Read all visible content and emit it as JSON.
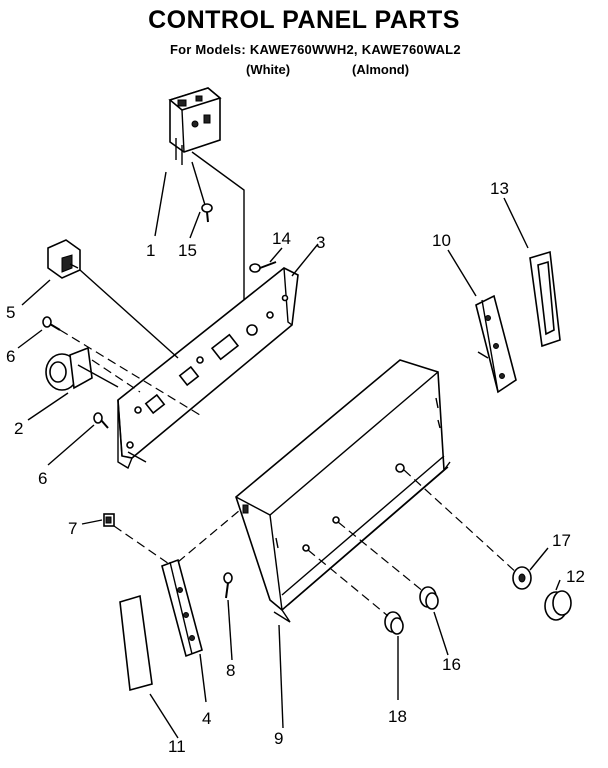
{
  "header": {
    "title": "CONTROL PANEL PARTS",
    "models_prefix": "For Models:",
    "model_white": "KAWE760WWH2,",
    "model_almond": "KAWE760WAL2",
    "color_white": "(White)",
    "color_almond": "(Almond)"
  },
  "part_numbers": {
    "p1": "1",
    "p2": "2",
    "p3": "3",
    "p4": "4",
    "p5": "5",
    "p6a": "6",
    "p6b": "6",
    "p7": "7",
    "p8": "8",
    "p9": "9",
    "p10": "10",
    "p11": "11",
    "p12": "12",
    "p13": "13",
    "p14": "14",
    "p15": "15",
    "p16": "16",
    "p17": "17",
    "p18": "18"
  }
}
